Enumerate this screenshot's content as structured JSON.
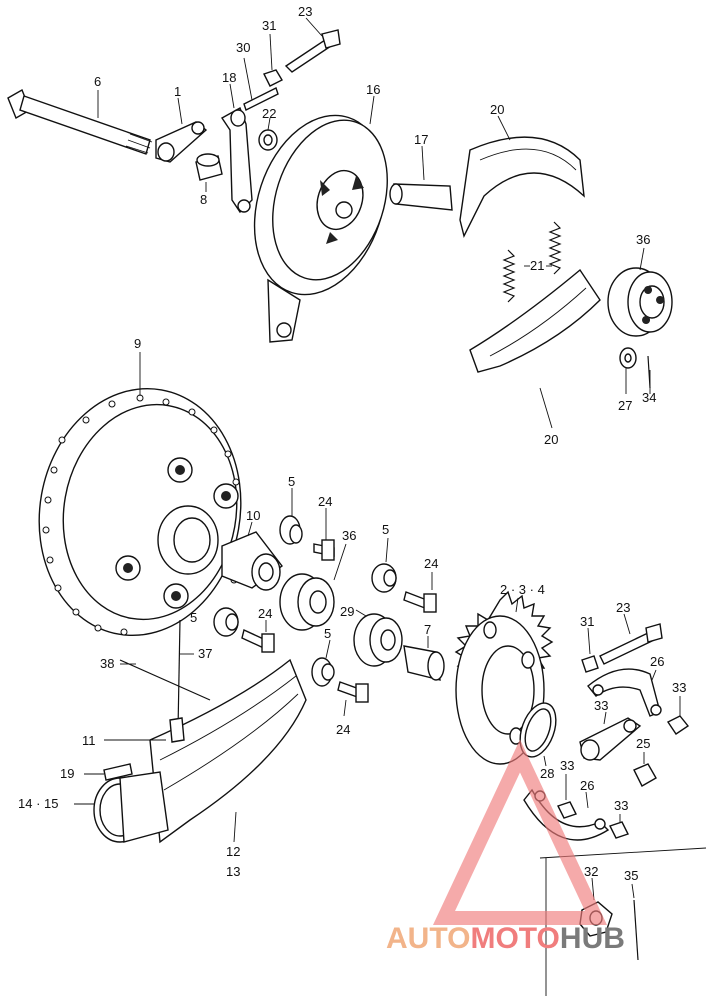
{
  "labels": {
    "p6": "6",
    "p1": "1",
    "p8": "8",
    "p18": "18",
    "p30": "30",
    "p31a": "31",
    "p23a": "23",
    "p22": "22",
    "p16": "16",
    "p17": "17",
    "p20a": "20",
    "p21": "21",
    "p36a": "36",
    "p27": "27",
    "p34": "34",
    "p20b": "20",
    "p9": "9",
    "p10": "10",
    "p5a": "5",
    "p24a": "24",
    "p36b": "36",
    "p5b": "5",
    "p24b": "24",
    "p5c": "5",
    "p24c": "24",
    "p29": "29",
    "p7": "7",
    "p5d": "5",
    "p24d": "24",
    "p234": "2 · 3 · 4",
    "p31b": "31",
    "p23b": "23",
    "p26a": "26",
    "p33a": "33",
    "p33b": "33",
    "p25": "25",
    "p37": "37",
    "p38": "38",
    "p11": "11",
    "p19": "19",
    "p1415": "14 · 15",
    "p12": "12",
    "p13": "13",
    "p28": "28",
    "p33c": "33",
    "p26b": "26",
    "p33d": "33",
    "p32": "32",
    "p35": "35"
  },
  "watermark": {
    "word_a": "AUTO",
    "word_b": "MOTO",
    "word_c": "HUB",
    "color_a": "#f2b48a",
    "color_b": "#f07d7d",
    "color_c": "#7a7a7a"
  }
}
